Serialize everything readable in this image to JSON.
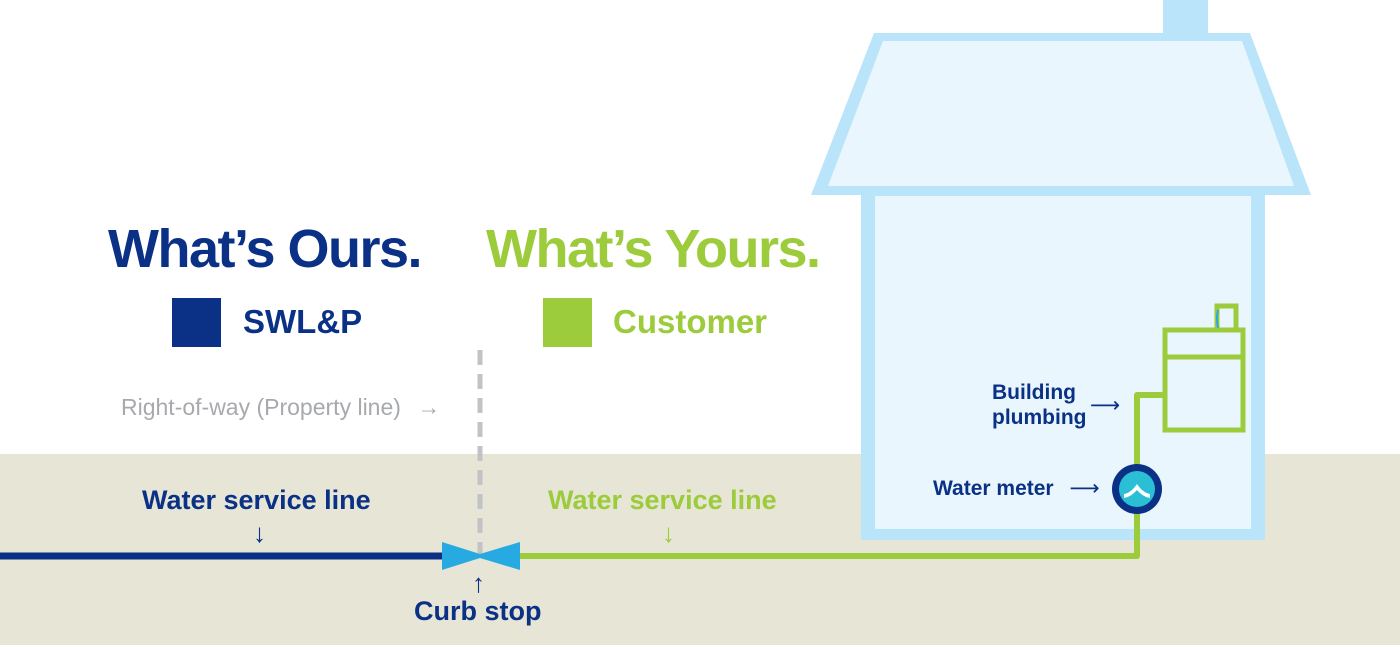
{
  "headings": {
    "ours": "What’s Ours.",
    "yours": "What’s Yours."
  },
  "legend": [
    {
      "label": "SWL&P",
      "color": "#0a3185"
    },
    {
      "label": "Customer",
      "color": "#9ccb3b"
    }
  ],
  "labels": {
    "property_line": "Right-of-way (Property line)",
    "property_line_arrow": "→",
    "service_line_ours": "Water service line",
    "service_line_yours": "Water service line",
    "down_arrow": "↓",
    "up_arrow": "↑",
    "curb_stop": "Curb stop",
    "water_meter": "Water meter",
    "water_meter_arrow": "⟶",
    "building_plumbing_line1": "Building",
    "building_plumbing_line2": "plumbing",
    "building_plumbing_arrow": "⟶"
  },
  "colors": {
    "ours": "#0a3185",
    "yours": "#9ccb3b",
    "house_outline": "#bae4f9",
    "house_fill": "#eaf6fd",
    "ground": "#e6e5d6",
    "curb_stop": "#27aae1",
    "meter_face": "#2bbfd6",
    "property_line": "#c2c3c5"
  }
}
